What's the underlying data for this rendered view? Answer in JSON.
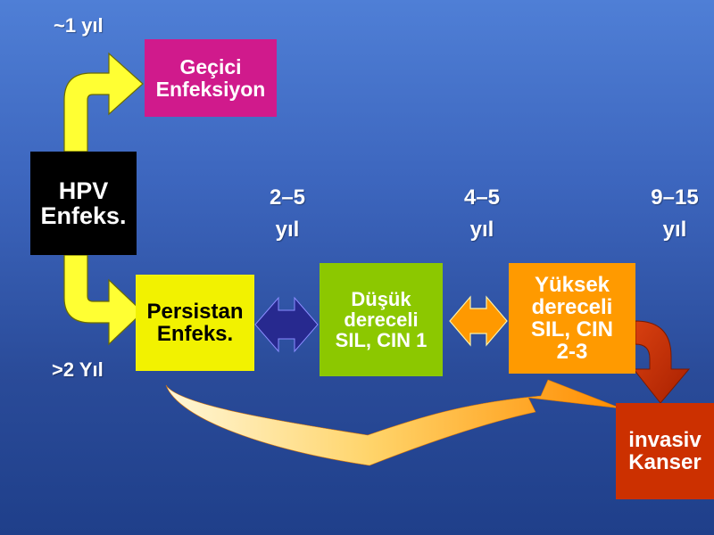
{
  "boxes": {
    "hpv": {
      "lines": [
        "HPV",
        "Enfeks."
      ],
      "color": "#000000",
      "text_color": "#ffffff"
    },
    "gecici": {
      "lines": [
        "Geçici",
        "Enfeksiyon"
      ],
      "color": "#d01a8c",
      "text_color": "#ffffff"
    },
    "persistan": {
      "lines": [
        "Persistan",
        "Enfeks."
      ],
      "color": "#f2f200",
      "text_color": "#000000"
    },
    "dusuk": {
      "lines": [
        "Düşük",
        "dereceli",
        "SIL, CIN 1"
      ],
      "color": "#8cc800",
      "text_color": "#ffffff"
    },
    "yuksek": {
      "lines": [
        "Yüksek",
        "dereceli",
        "SIL, CIN",
        "2-3"
      ],
      "color": "#ff9a00",
      "text_color": "#ffffff"
    },
    "invasiv": {
      "lines": [
        "invasiv",
        "Kanser"
      ],
      "color": "#cc3000",
      "text_color": "#ffffff"
    }
  },
  "time_labels": {
    "one_year": "~1 yıl",
    "two_plus": ">2 Yıl",
    "t1": {
      "range": "2–5",
      "unit": "yıl"
    },
    "t2": {
      "range": "4–5",
      "unit": "yıl"
    },
    "t3": {
      "range": "9–15",
      "unit": "yıl"
    }
  },
  "colors": {
    "arrow_yellow": "#ffff33",
    "double_arrow_blue": "#27298f",
    "double_arrow_orange": "#ff9900",
    "down_arrow_red": "#c8340a",
    "sweep_arrow_light": "#fff3c4",
    "sweep_arrow_dark": "#ff9a10"
  }
}
